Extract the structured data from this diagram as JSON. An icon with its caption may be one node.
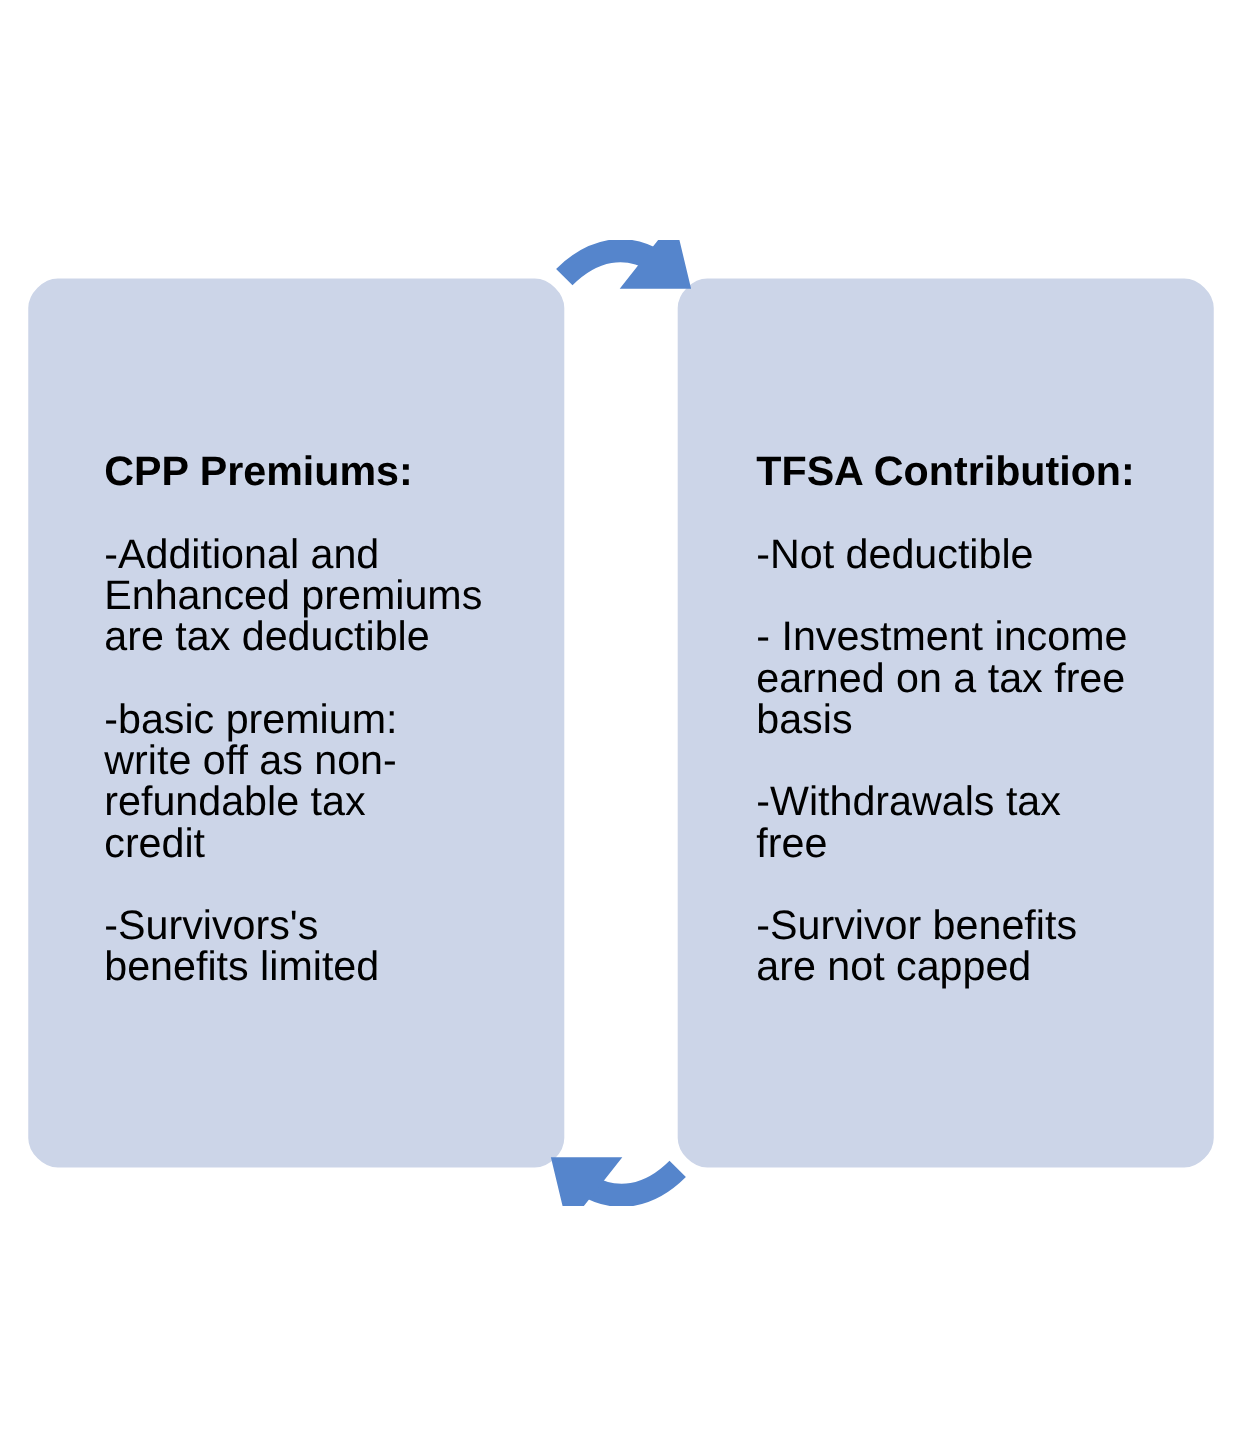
{
  "diagram": {
    "nodes": [
      {
        "text": [
          "CPP Premiums:",
          "-Additional and Enhanced premiums are tax deductible",
          "-basic premium: write off as non-refundable tax credit",
          "-Survivors's benefits limited"
        ]
      },
      {
        "text": [
          "TFSA Contribution:",
          "-Not deductible",
          "- Investment income earned on a tax free basis",
          "-Withdrawals tax free",
          "-Survivor benefits are not capped"
        ]
      }
    ],
    "edges": [
      {
        "from": 0,
        "to": 1,
        "arrow": "to"
      },
      {
        "from": 1,
        "to": 0,
        "arrow": "to"
      }
    ]
  }
}
